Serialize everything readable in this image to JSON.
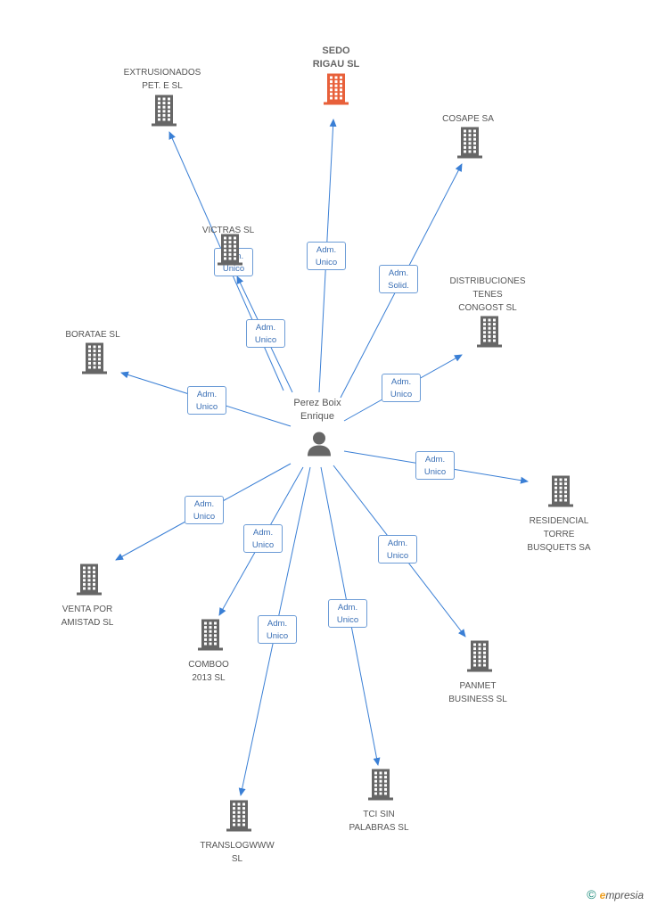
{
  "center": {
    "label": "Perez Boix\nEnrique",
    "icon": "person-icon"
  },
  "colors": {
    "edge": "#3a7fd5",
    "building": "#666666",
    "focus_building": "#e8603a",
    "label_border": "#6b9bd6"
  },
  "companies": [
    {
      "id": "sedo",
      "label": "SEDO\nRIGAU SL",
      "focus": true,
      "role": "Adm.\nUnico"
    },
    {
      "id": "extrusionados",
      "label": "EXTRUSIONADOS\nPET. E SL",
      "focus": false,
      "role": "Adm.\nUnico"
    },
    {
      "id": "victras",
      "label": "VICTRAS  SL",
      "focus": false,
      "role": "Adm.\nUnico"
    },
    {
      "id": "cosape",
      "label": "COSAPE SA",
      "focus": false,
      "role": "Adm.\nSolid."
    },
    {
      "id": "distribuciones",
      "label": "DISTRIBUCIONES\nTENES\nCONGOST SL",
      "focus": false,
      "role": "Adm.\nUnico"
    },
    {
      "id": "boratae",
      "label": "BORATAE SL",
      "focus": false,
      "role": "Adm.\nUnico"
    },
    {
      "id": "residencial",
      "label": "RESIDENCIAL\nTORRE\nBUSQUETS SA",
      "focus": false,
      "role": "Adm.\nUnico"
    },
    {
      "id": "venta",
      "label": "VENTA POR\nAMISTAD SL",
      "focus": false,
      "role": "Adm.\nUnico"
    },
    {
      "id": "comboo",
      "label": "COMBOO\n2013  SL",
      "focus": false,
      "role": "Adm.\nUnico"
    },
    {
      "id": "panmet",
      "label": "PANMET\nBUSINESS SL",
      "focus": false,
      "role": "Adm.\nUnico"
    },
    {
      "id": "translog",
      "label": "TRANSLOGWWW\nSL",
      "focus": false,
      "role": "Adm.\nUnico"
    },
    {
      "id": "tci",
      "label": "TCI SIN\nPALABRAS SL",
      "focus": false,
      "role": "Adm.\nUnico"
    }
  ],
  "watermark": {
    "copyright": "©",
    "brand_e": "e",
    "brand_rest": "mpresia"
  }
}
